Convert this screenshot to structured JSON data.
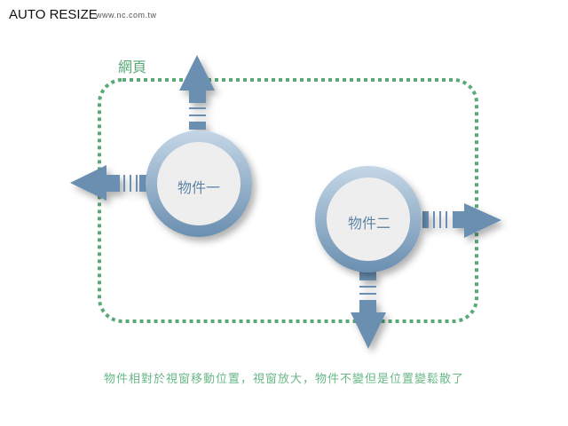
{
  "header": {
    "title": "AUTO RESIZE",
    "site": "www.nc.com.tw"
  },
  "diagram": {
    "container_label": "網頁",
    "objects": [
      {
        "label": "物件一"
      },
      {
        "label": "物件二"
      }
    ],
    "caption": "物件相對於視窗移動位置，視窗放大，物件不變但是位置變鬆散了"
  },
  "colors": {
    "arrow": "#6a8fb0",
    "dotted": "#5aaa78",
    "caption": "#6ab888"
  }
}
